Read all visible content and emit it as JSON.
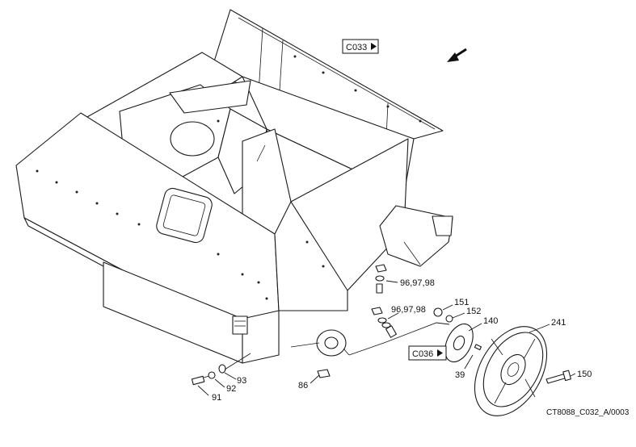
{
  "refs": {
    "c033": "C033",
    "c036": "C036"
  },
  "callouts": {
    "p96a": "96,97,98",
    "p96b": "96,97,98",
    "p151": "151",
    "p152": "152",
    "p140": "140",
    "p241": "241",
    "p39": "39",
    "p150": "150",
    "p93": "93",
    "p92": "92",
    "p91": "91",
    "p86": "86"
  },
  "caption": "CT8088_C032_A/0003",
  "colors": {
    "line": "#1a1a1a",
    "background": "#ffffff"
  }
}
